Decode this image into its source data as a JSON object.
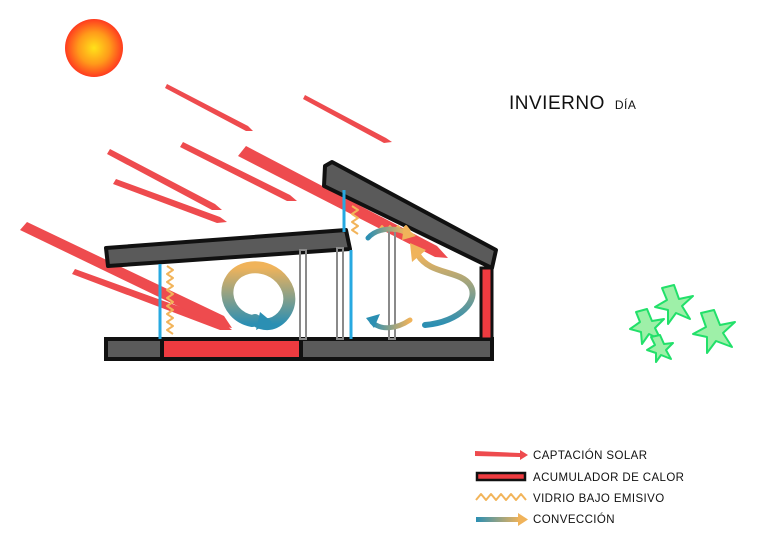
{
  "title": {
    "main": "INVIERNO",
    "sub": "DÍA"
  },
  "legend": [
    {
      "key": "solar",
      "label": "CAPTACIÓN SOLAR",
      "icon": "red-arrow-icon"
    },
    {
      "key": "heat",
      "label": "ACUMULADOR DE CALOR",
      "icon": "red-bar-icon"
    },
    {
      "key": "glass",
      "label": "VIDRIO BAJO EMISIVO",
      "icon": "zigzag-icon"
    },
    {
      "key": "convection",
      "label": "CONVECCIÓN",
      "icon": "gradient-arrow-icon"
    }
  ],
  "colors": {
    "sun_core": "#ffd21a",
    "sun_edge": "#ff3b1f",
    "solar_ray": "#ee4b4e",
    "heat_accumulator": "#ee3b40",
    "building": "#5a5a5a",
    "outline": "#111111",
    "glass": "#27a9e1",
    "low_e_glass": "#f2b45a",
    "convection_start": "#2b8fb3",
    "convection_end": "#f0b35a",
    "plant_fill": "#9ef0a8",
    "plant_outline": "#22e06a"
  }
}
